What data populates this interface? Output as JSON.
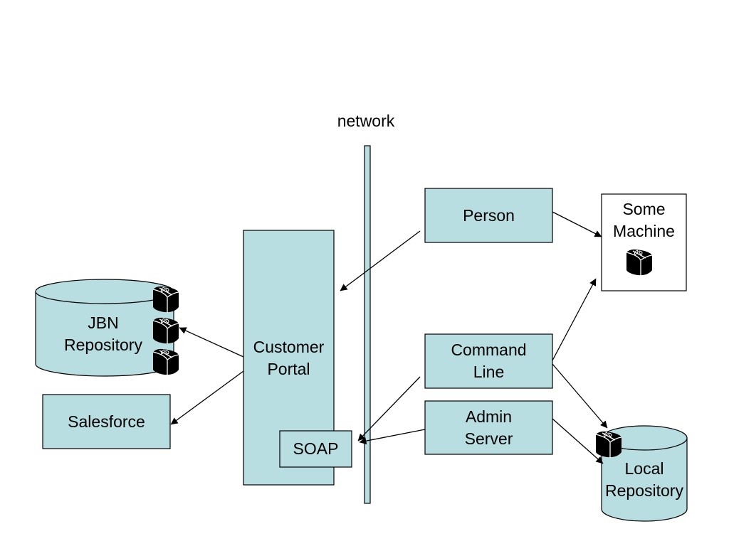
{
  "diagram": {
    "network_label": "network",
    "customer_portal": "Customer\nPortal",
    "soap": "SOAP",
    "jbn_repository": "JBN\nRepository",
    "salesforce": "Salesforce",
    "person": "Person",
    "command_line": "Command\nLine",
    "admin_server": "Admin\nServer",
    "some_machine": "Some\nMachine",
    "local_repository": "Local\nRepository"
  },
  "colors": {
    "box_fill": "#b8dee2",
    "outline": "#000000",
    "package_fill": "#000000",
    "package_ribbon": "#ffffff"
  },
  "icons": {
    "package": "package-icon",
    "arrow": "arrow-connector"
  }
}
